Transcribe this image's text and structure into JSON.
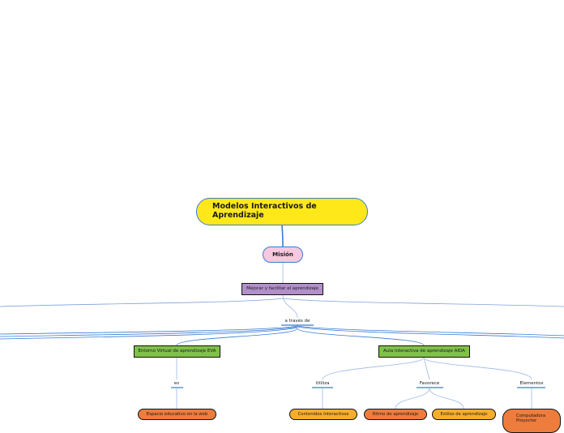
{
  "map": {
    "root": "Modelos Interactivos de Aprendizaje",
    "mission": "Misión",
    "purpose": "Mejorar y facilitar el aprendizaje",
    "through": "a través de",
    "eva": "Entorno Virtual de aprendizaje EVA",
    "eva_link": "es",
    "eva_child": "Espacio educativo en la web",
    "aida": "Aula interactiva de aprendizaje AIDA",
    "uses": "Utiliza",
    "uses_child": "Contenidos Interactivos",
    "favors": "Favorece",
    "favors_child_1": "Ritmo de aprendizaje",
    "favors_child_2": "Estilos de aprendizaje",
    "elements": "Elementos",
    "elements_child_line1": "Computadora",
    "elements_child_line2": "Proyector"
  },
  "colors": {
    "root_fill": "#ffe81a",
    "mission_fill": "#f7c8df",
    "purpose_fill": "#b28fc9",
    "branch_fill": "#7fc244",
    "leaf_dark_fill": "#ee7c3d",
    "leaf_fill": "#f8ae2a",
    "connector": "#3a7bd5"
  }
}
